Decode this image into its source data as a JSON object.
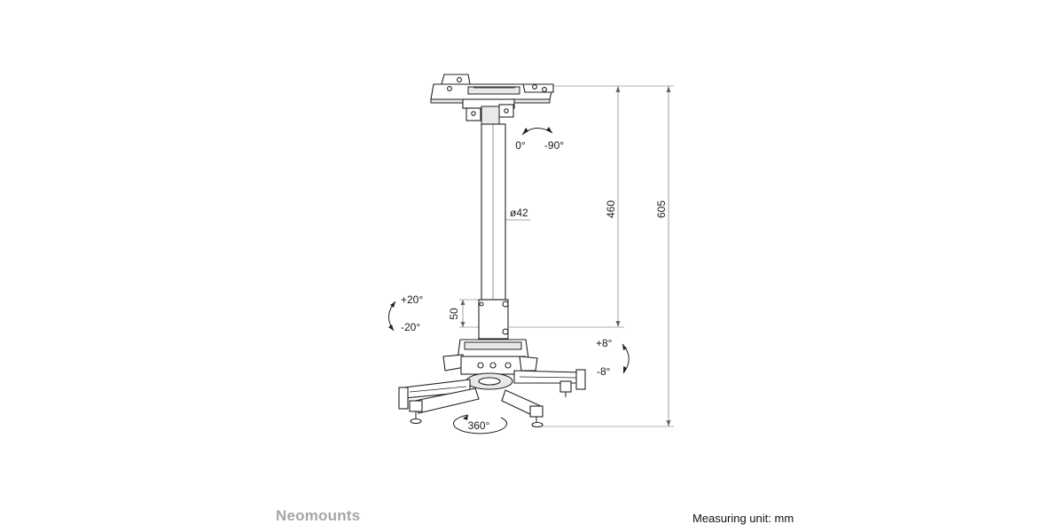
{
  "dimensions": {
    "diameter": "ø42",
    "pole_length": "460",
    "total_height": "605",
    "adjust_step": "50"
  },
  "rotation": {
    "top_start": "0°",
    "top_end": "-90°",
    "tilt_up": "+20°",
    "tilt_down": "-20°",
    "swivel_up": "+8°",
    "swivel_down": "-8°",
    "base_rotation": "360°"
  },
  "footer": {
    "brand": "Neomounts",
    "measuring_unit": "Measuring unit: mm"
  },
  "colors": {
    "line": "#222222",
    "dimension_line": "#888888",
    "brand_text": "#a6a6a6"
  }
}
